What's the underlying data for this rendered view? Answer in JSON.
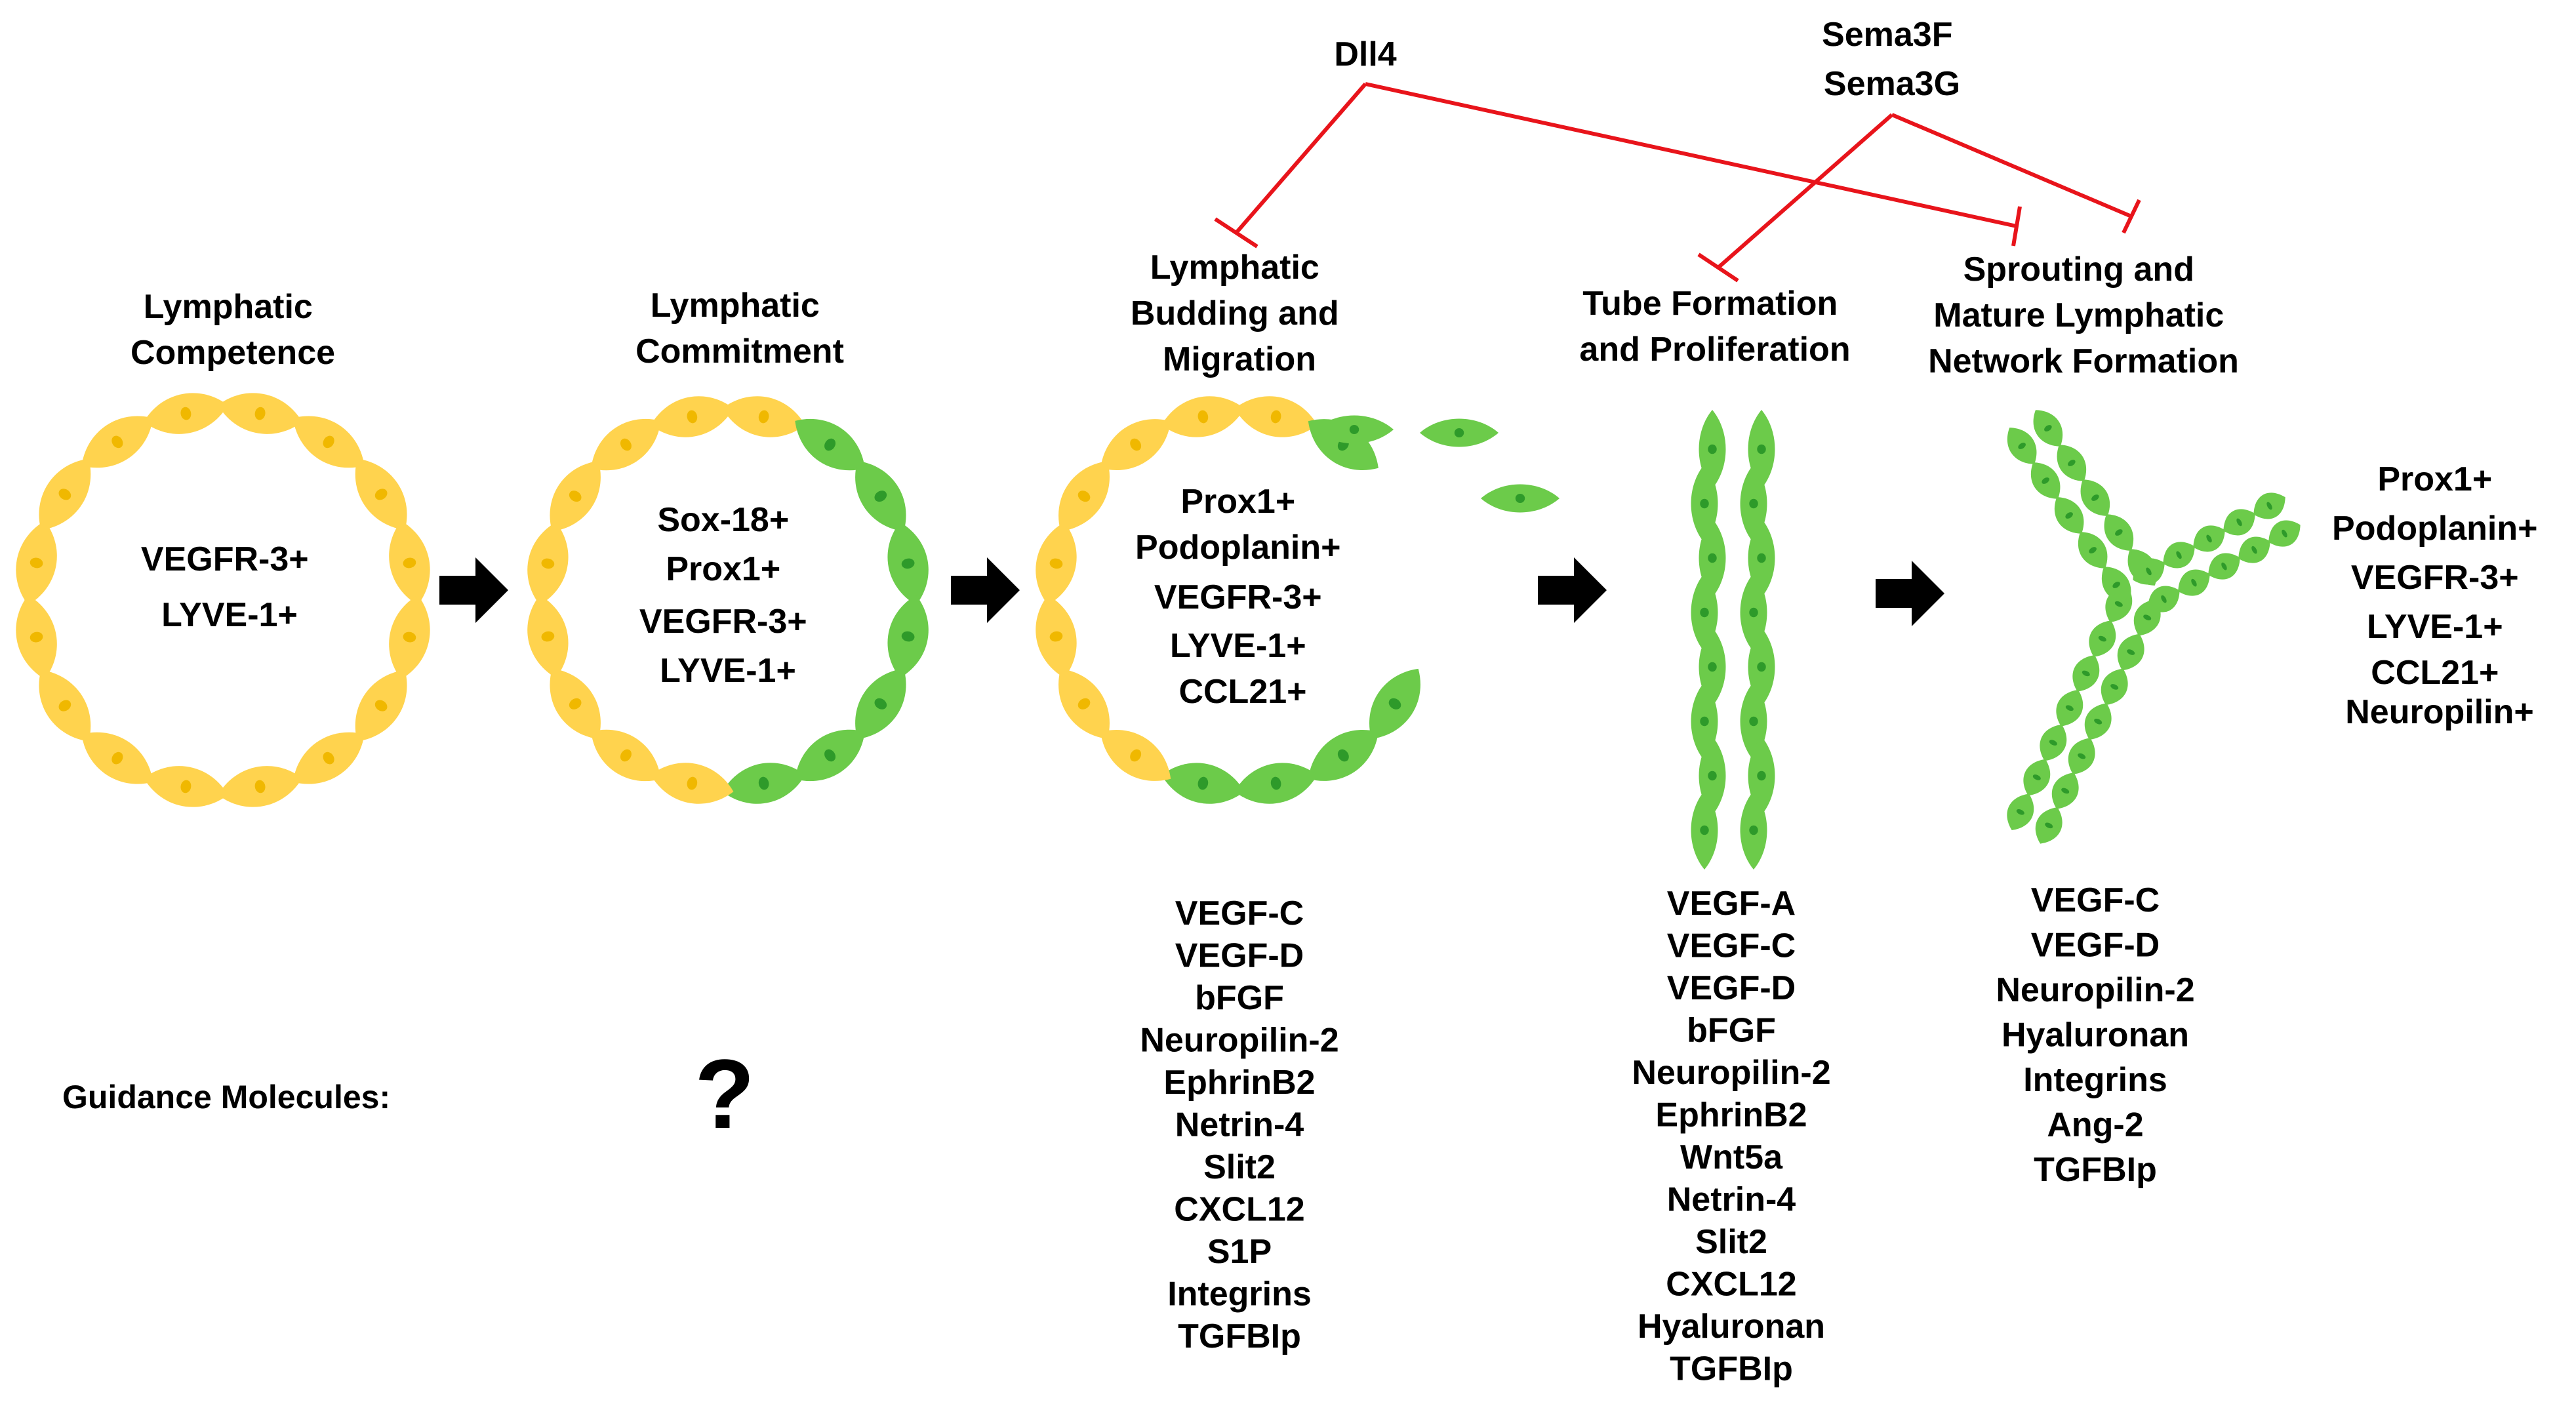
{
  "colors": {
    "yellow_cell": "#FFD34E",
    "yellow_nucleus": "#F0B800",
    "green_cell": "#6CCB4A",
    "green_nucleus": "#2E9A2A",
    "inhibition": "#E8141B",
    "text": "#000000"
  },
  "stages": [
    {
      "title": [
        "Lymphatic",
        "Competence"
      ],
      "markers": [
        "VEGFR-3+",
        "LYVE-1+"
      ]
    },
    {
      "title": [
        "Lymphatic",
        "Commitment"
      ],
      "markers": [
        "Sox-18+",
        "Prox1+",
        "VEGFR-3+",
        "LYVE-1+"
      ]
    },
    {
      "title": [
        "Lymphatic",
        "Budding and",
        "Migration"
      ],
      "markers": [
        "Prox1+",
        "Podoplanin+",
        "VEGFR-3+",
        "LYVE-1+",
        "CCL21+"
      ]
    },
    {
      "title": [
        "Tube Formation",
        "and Proliferation"
      ],
      "markers": []
    },
    {
      "title": [
        "Sprouting and",
        "Mature Lymphatic",
        "Network Formation"
      ],
      "markers": [
        "Prox1+",
        "Podoplanin+",
        "VEGFR-3+",
        "LYVE-1+",
        "CCL21+",
        "Neuropilin+"
      ]
    }
  ],
  "inhibitors": {
    "dll4": "Dll4",
    "sema": [
      "Sema3F",
      "Sema3G"
    ]
  },
  "guidance": {
    "label": "Guidance Molecules:",
    "commitment": "?",
    "budding": [
      "VEGF-C",
      "VEGF-D",
      "bFGF",
      "Neuropilin-2",
      "EphrinB2",
      "Netrin-4",
      "Slit2",
      "CXCL12",
      "S1P",
      "Integrins",
      "TGFBIp"
    ],
    "tube": [
      "VEGF-A",
      "VEGF-C",
      "VEGF-D",
      "bFGF",
      "Neuropilin-2",
      "EphrinB2",
      "Wnt5a",
      "Netrin-4",
      "Slit2",
      "CXCL12",
      "Hyaluronan",
      "TGFBIp"
    ],
    "sprouting": [
      "VEGF-C",
      "VEGF-D",
      "Neuropilin-2",
      "Hyaluronan",
      "Integrins",
      "Ang-2",
      "TGFBIp"
    ]
  },
  "arrow_icon": "block-right-arrow-icon"
}
